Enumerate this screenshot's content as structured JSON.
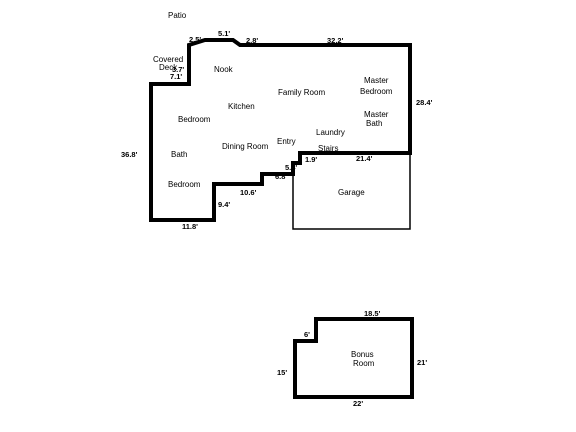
{
  "main_floor": {
    "rooms": {
      "patio": "Patio",
      "covered_deck": [
        "Covered",
        "Deck"
      ],
      "nook": "Nook",
      "kitchen": "Kitchen",
      "family_room": "Family Room",
      "master_bedroom": [
        "Master",
        "Bedroom"
      ],
      "master_bath": [
        "Master",
        "Bath"
      ],
      "laundry": "Laundry",
      "entry": "Entry",
      "stairs": "Stairs",
      "dining_room": "Dining Room",
      "bedroom_1": "Bedroom",
      "bath": "Bath",
      "bedroom_2": "Bedroom",
      "garage": "Garage"
    },
    "dimensions": {
      "d_2_5": "2.5'",
      "d_5_1": "5.1'",
      "d_2_8": "2.8'",
      "d_32_2": "32.2'",
      "d_3_7": "3.7'",
      "d_7_1": "7.1'",
      "d_28_4": "28.4'",
      "d_36_8": "36.8'",
      "d_5_4": "5.4'",
      "d_1_9": "1.9'",
      "d_21_4": "21.4'",
      "d_6_8": "6.8'",
      "d_10_6": "10.6'",
      "d_9_4": "9.4'",
      "d_11_8": "11.8'"
    }
  },
  "bonus": {
    "rooms": {
      "bonus_room": [
        "Bonus",
        "Room"
      ]
    },
    "dimensions": {
      "d_18_5": "18.5'",
      "d_6": "6'",
      "d_21": "21'",
      "d_15": "15'",
      "d_22": "22'"
    }
  }
}
